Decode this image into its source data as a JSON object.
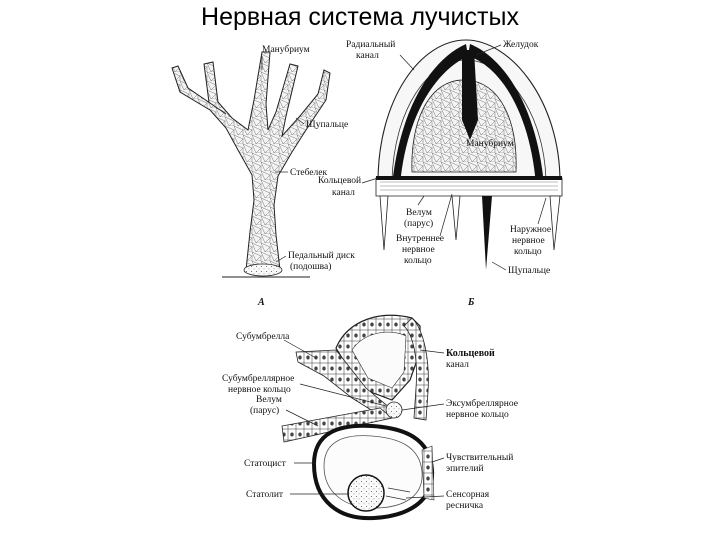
{
  "title": "Нервная система лучистых",
  "panel_a": {
    "letter": "А",
    "labels": {
      "manubrium": "Манубриум",
      "tentacle": "Щупальце",
      "stalk": "Стебелек",
      "pedal_disc_1": "Педальный диск",
      "pedal_disc_2": "(подошва)"
    }
  },
  "panel_b": {
    "letter": "Б",
    "labels": {
      "radial_canal_1": "Радиальный",
      "radial_canal_2": "канал",
      "stomach": "Желудок",
      "manubrium": "Манубриум",
      "ring_canal_1": "Кольцевой",
      "ring_canal_2": "канал",
      "velum_1": "Велум",
      "velum_2": "(парус)",
      "inner_ring_1": "Внутреннее",
      "inner_ring_2": "нервное",
      "inner_ring_3": "кольцо",
      "outer_ring_1": "Наружное",
      "outer_ring_2": "нервное",
      "outer_ring_3": "кольцо",
      "tentacle": "Щупальце"
    }
  },
  "panel_c": {
    "labels": {
      "subumbrella": "Субумбрелла",
      "subumbrellar_ring_1": "Субумбреллярное",
      "subumbrellar_ring_2": "нервное кольцо",
      "velum_1": "Велум",
      "velum_2": "(парус)",
      "statocyst": "Статоцист",
      "statolith": "Статолит",
      "ring_canal_1": "Кольцевой",
      "ring_canal_2": "канал",
      "exumbrellar_ring_1": "Эксумбреллярное",
      "exumbrellar_ring_2": "нервное кольцо",
      "sensory_epithelium_1": "Чувствительный",
      "sensory_epithelium_2": "эпителий",
      "sensory_cilium_1": "Сенсорная",
      "sensory_cilium_2": "ресничка"
    }
  }
}
